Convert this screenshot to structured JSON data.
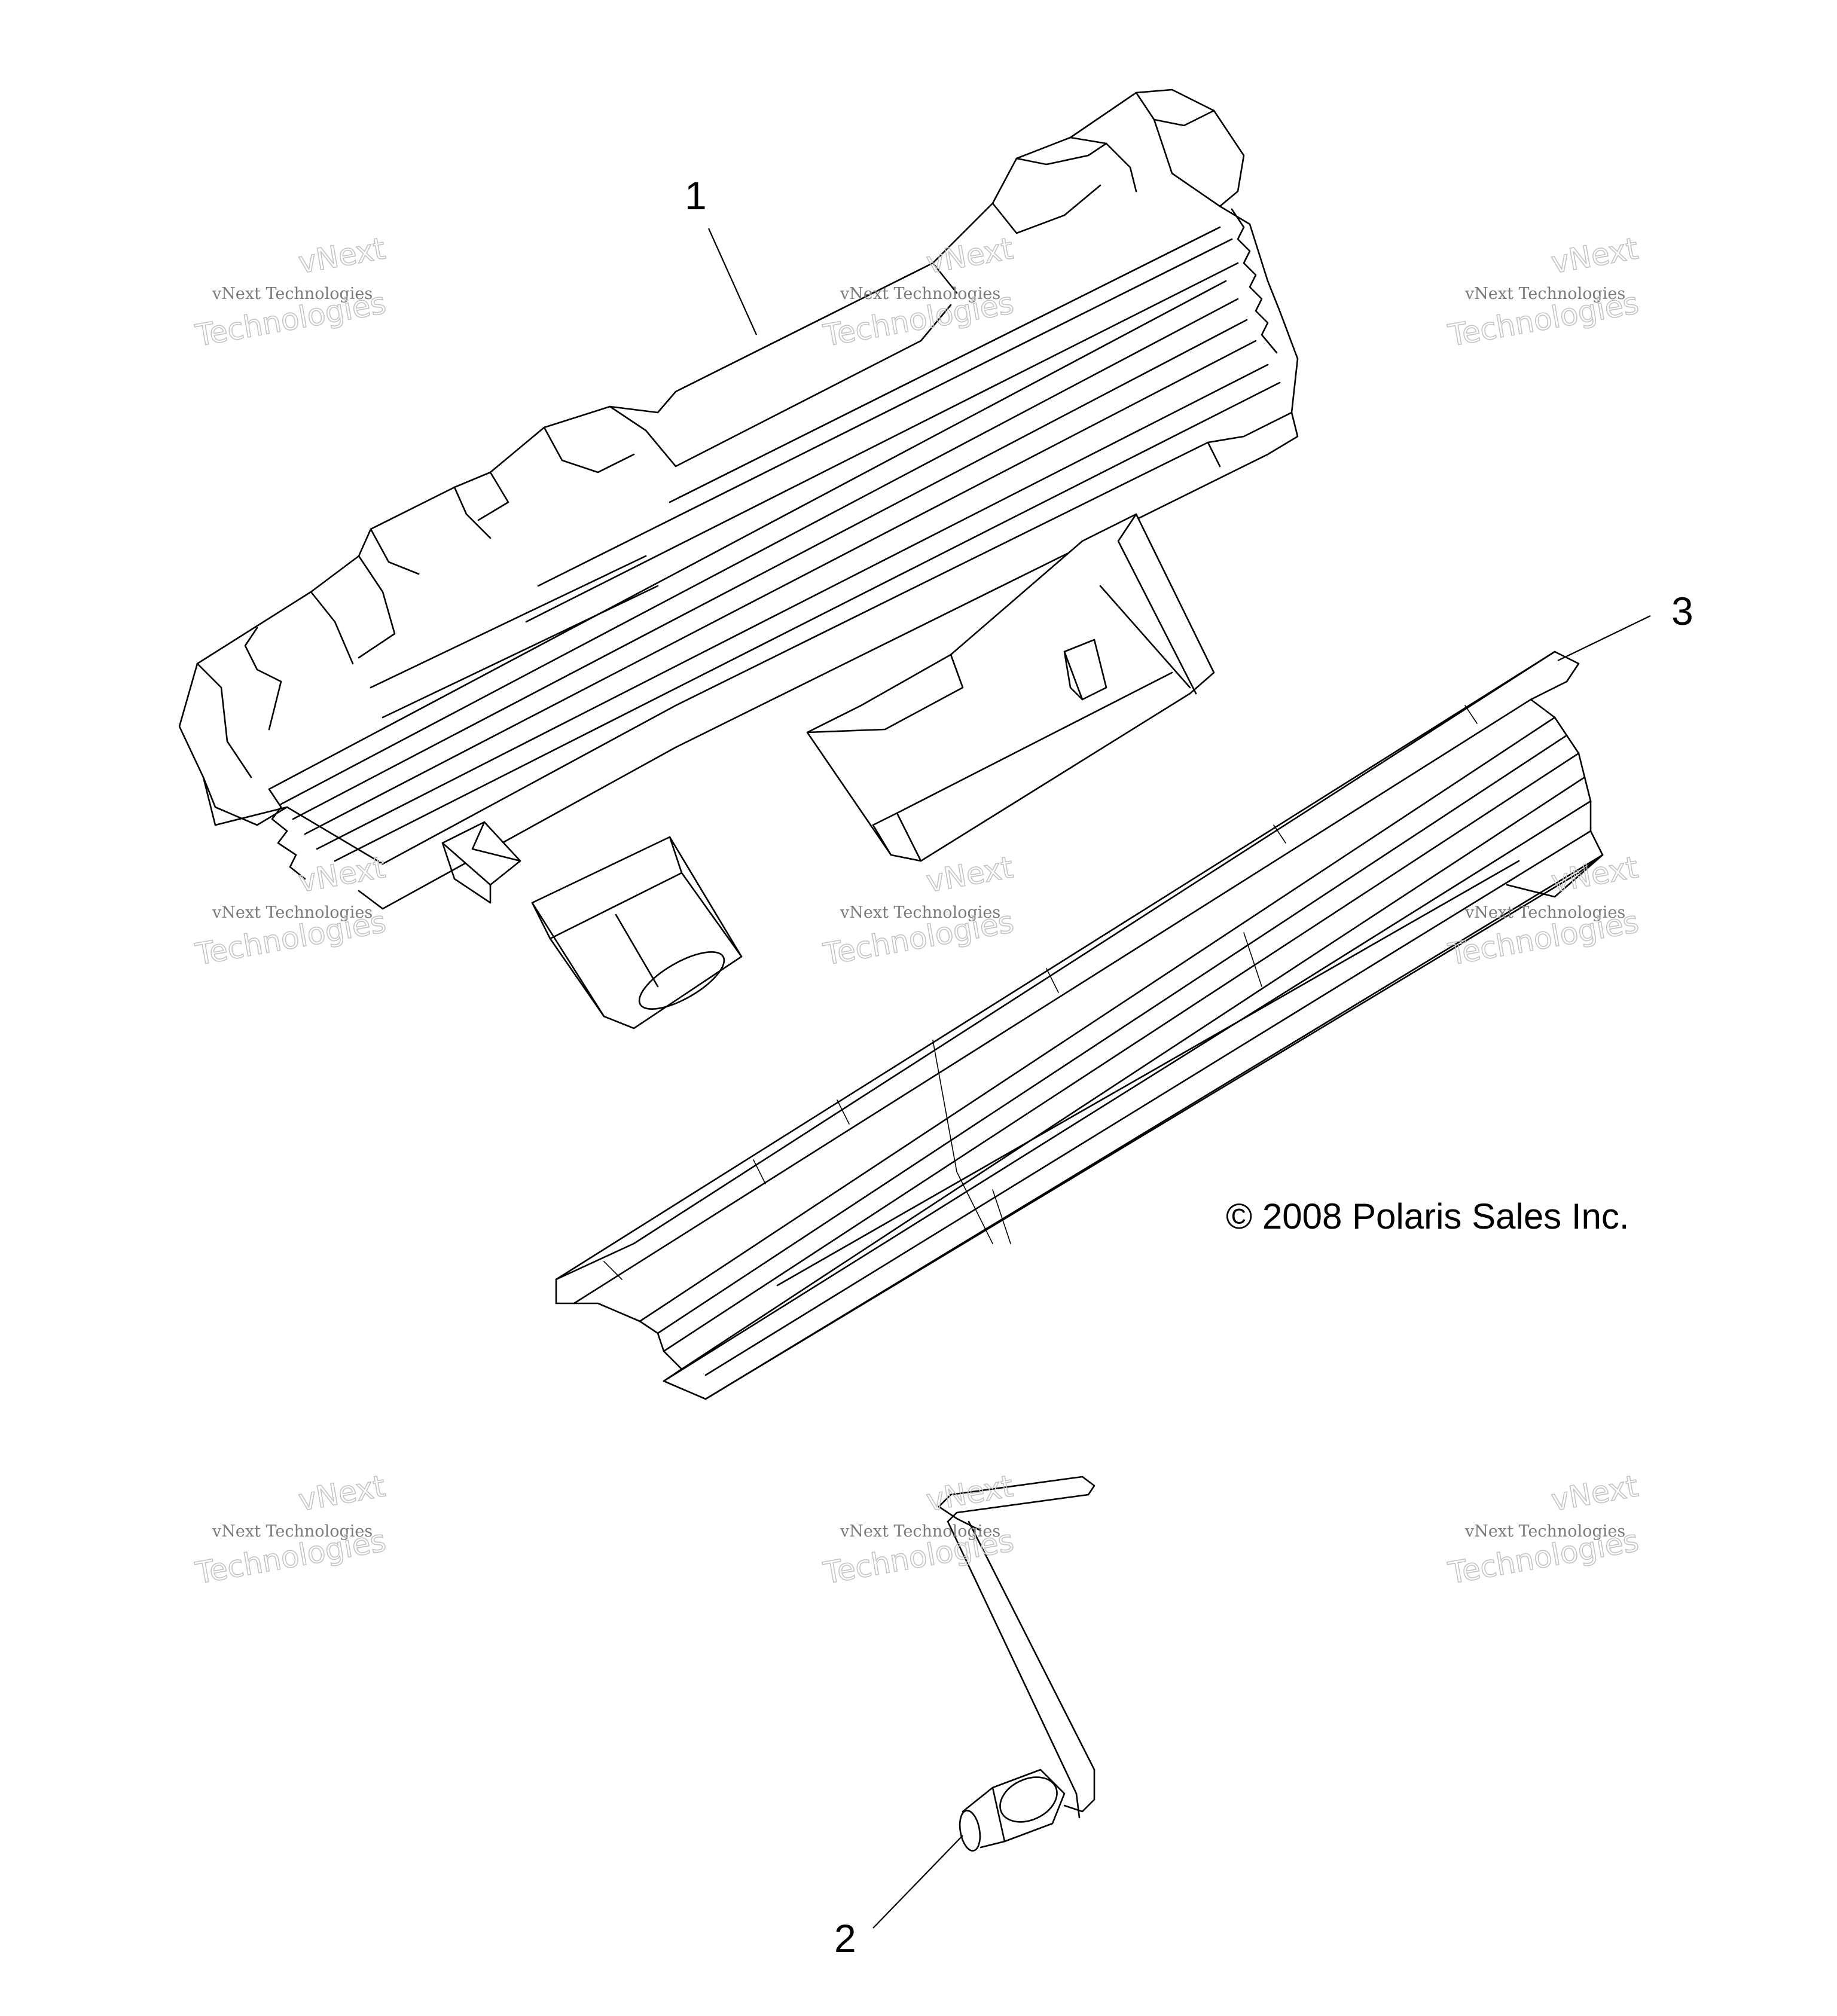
{
  "callouts": {
    "c1": "1",
    "c2": "2",
    "c3": "3"
  },
  "copyright": "© 2008 Polaris Sales Inc.",
  "watermark": {
    "line1": "vNext",
    "line2": "vNext Technologies",
    "line3": "Technologies"
  }
}
